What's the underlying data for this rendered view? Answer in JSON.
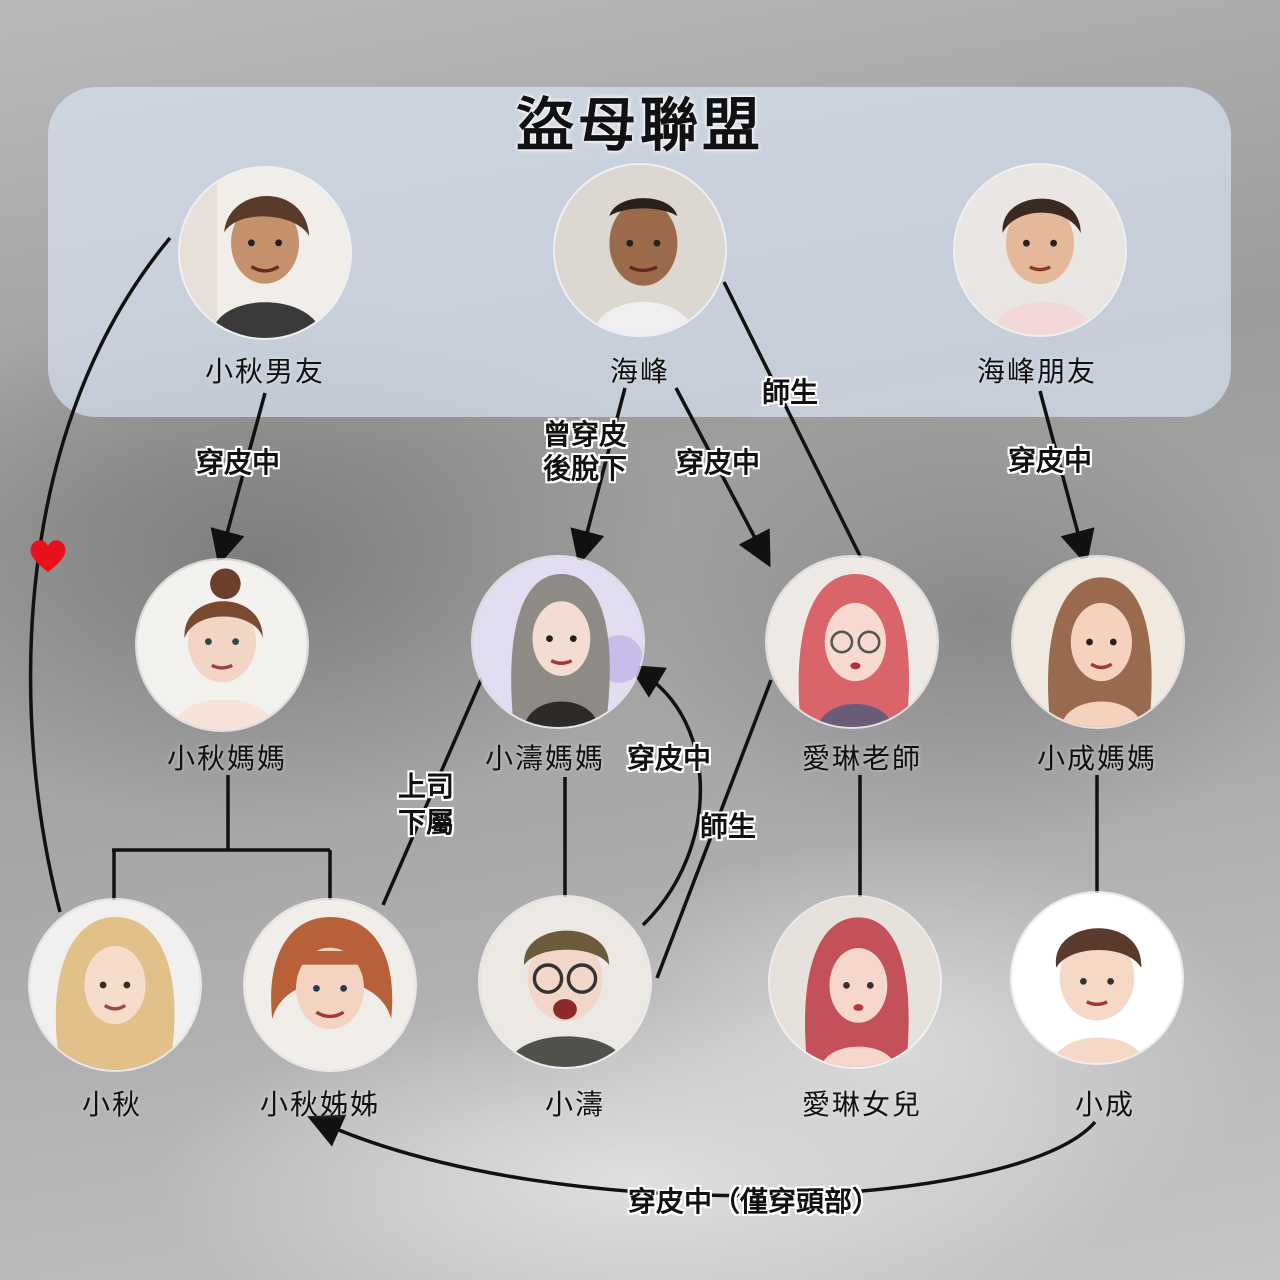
{
  "title": "盜母聯盟",
  "colors": {
    "panel": "#d6e0f0",
    "line": "#111111",
    "heart": "#e8101a"
  },
  "nodes": {
    "xiaoqiu_bf": "小秋男友",
    "haifeng": "海峰",
    "haifeng_friend": "海峰朋友",
    "xiaoqiu_mom": "小秋媽媽",
    "xiaotao_mom": "小濤媽媽",
    "ailin_teacher": "愛琳老師",
    "xiaocheng_mom": "小成媽媽",
    "xiaoqiu": "小秋",
    "xiaoqiu_sister": "小秋姊姊",
    "xiaotao": "小濤",
    "ailin_daughter": "愛琳女兒",
    "xiaocheng": "小成"
  },
  "relations": {
    "wearing_skin": "穿皮中",
    "wore_skin_line1": "曾穿皮",
    "wore_skin_line2": "後脫下",
    "teacher_student": "師生",
    "boss_line1": "上司",
    "boss_line2": "下屬",
    "head_only": "穿皮中（僅穿頭部）"
  },
  "icons": {
    "heart": "heart-icon"
  }
}
